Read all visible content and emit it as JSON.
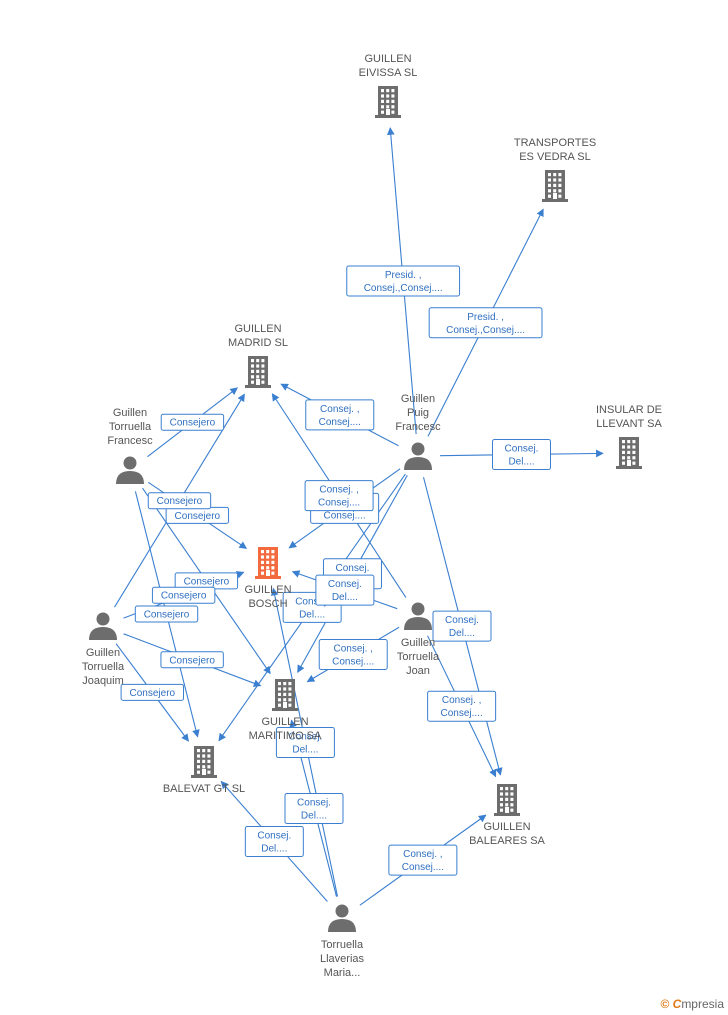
{
  "colors": {
    "edge": "#3a7fd0",
    "company": "#6d6d6d",
    "focus": "#f26a3d",
    "person": "#6d6d6d"
  },
  "footer": {
    "copyright": "©",
    "brand_initial": "C",
    "brand_rest": "mpresia"
  },
  "nodes": [
    {
      "id": "eivissa",
      "type": "company",
      "icon": "building-icon",
      "lines": [
        "GUILLEN",
        "EIVISSA SL"
      ]
    },
    {
      "id": "transportes",
      "type": "company",
      "icon": "building-icon",
      "lines": [
        "TRANSPORTES",
        "ES VEDRA SL"
      ]
    },
    {
      "id": "madrid",
      "type": "company",
      "icon": "building-icon",
      "lines": [
        "GUILLEN",
        "MADRID SL"
      ]
    },
    {
      "id": "insular",
      "type": "company",
      "icon": "building-icon",
      "lines": [
        "INSULAR DE",
        "LLEVANT SA"
      ]
    },
    {
      "id": "bosch",
      "type": "focus",
      "icon": "building-icon",
      "lines": [
        "GUILLEN",
        "BOSCH"
      ]
    },
    {
      "id": "maritimo",
      "type": "company",
      "icon": "building-icon",
      "lines": [
        "GUILLEN",
        "MARITIMO SA"
      ]
    },
    {
      "id": "balevat",
      "type": "company",
      "icon": "building-icon",
      "lines": [
        "BALEVAT GT SL"
      ]
    },
    {
      "id": "baleares",
      "type": "company",
      "icon": "building-icon",
      "lines": [
        "GUILLEN",
        "BALEARES SA"
      ]
    },
    {
      "id": "francesc_torruella",
      "type": "person",
      "icon": "person-icon",
      "lines": [
        "Guillen",
        "Torruella",
        "Francesc"
      ]
    },
    {
      "id": "puig",
      "type": "person",
      "icon": "person-icon",
      "lines": [
        "Guillen",
        "Puig",
        "Francesc"
      ]
    },
    {
      "id": "joaquim",
      "type": "person",
      "icon": "person-icon",
      "lines": [
        "Guillen",
        "Torruella",
        "Joaquim"
      ]
    },
    {
      "id": "joan",
      "type": "person",
      "icon": "person-icon",
      "lines": [
        "Guillen",
        "Torruella",
        "Joan"
      ]
    },
    {
      "id": "maria",
      "type": "person",
      "icon": "person-icon",
      "lines": [
        "Torruella",
        "Llaverias",
        "Maria..."
      ]
    }
  ],
  "edges": [
    {
      "from": "puig",
      "to": "eivissa",
      "label": [
        "Presid. ,",
        "Consej.,Consej...."
      ]
    },
    {
      "from": "puig",
      "to": "transportes",
      "label": [
        "Presid. ,",
        "Consej.,Consej...."
      ]
    },
    {
      "from": "puig",
      "to": "insular",
      "label": [
        "Consej.",
        "Del...."
      ]
    },
    {
      "from": "puig",
      "to": "madrid",
      "label": [
        "Consej. ,",
        "Consej...."
      ]
    },
    {
      "from": "puig",
      "to": "bosch",
      "label": [
        "Consej. ,",
        "Consej...."
      ]
    },
    {
      "from": "puig",
      "to": "maritimo",
      "label": [
        "Consej.",
        "Del...."
      ]
    },
    {
      "from": "puig",
      "to": "balevat",
      "label": [
        "Consej.",
        "Del...."
      ]
    },
    {
      "from": "puig",
      "to": "baleares",
      "label": [
        "Consej.",
        "Del...."
      ]
    },
    {
      "from": "francesc_torruella",
      "to": "madrid",
      "label": [
        "Consejero"
      ]
    },
    {
      "from": "francesc_torruella",
      "to": "bosch",
      "label": [
        "Consejero"
      ]
    },
    {
      "from": "francesc_torruella",
      "to": "maritimo",
      "label": [
        "Consejero"
      ]
    },
    {
      "from": "francesc_torruella",
      "to": "balevat",
      "label": [
        "Consejero"
      ]
    },
    {
      "from": "joaquim",
      "to": "madrid",
      "label": [
        "Consejero"
      ]
    },
    {
      "from": "joaquim",
      "to": "bosch",
      "label": [
        "Consejero"
      ]
    },
    {
      "from": "joaquim",
      "to": "maritimo",
      "label": [
        "Consejero"
      ]
    },
    {
      "from": "joaquim",
      "to": "balevat",
      "label": [
        "Consejero"
      ]
    },
    {
      "from": "joan",
      "to": "madrid",
      "label": [
        "Consej. ,",
        "Consej...."
      ]
    },
    {
      "from": "joan",
      "to": "bosch",
      "label": [
        "Consej.",
        "Del...."
      ]
    },
    {
      "from": "joan",
      "to": "maritimo",
      "label": [
        "Consej. ,",
        "Consej...."
      ]
    },
    {
      "from": "joan",
      "to": "baleares",
      "label": [
        "Consej. ,",
        "Consej...."
      ]
    },
    {
      "from": "maria",
      "to": "bosch",
      "label": [
        "Consej.",
        "Del...."
      ]
    },
    {
      "from": "maria",
      "to": "maritimo",
      "label": [
        "Consej.",
        "Del...."
      ]
    },
    {
      "from": "maria",
      "to": "balevat",
      "label": [
        "Consej.",
        "Del...."
      ]
    },
    {
      "from": "maria",
      "to": "baleares",
      "label": [
        "Consej. ,",
        "Consej...."
      ]
    }
  ]
}
